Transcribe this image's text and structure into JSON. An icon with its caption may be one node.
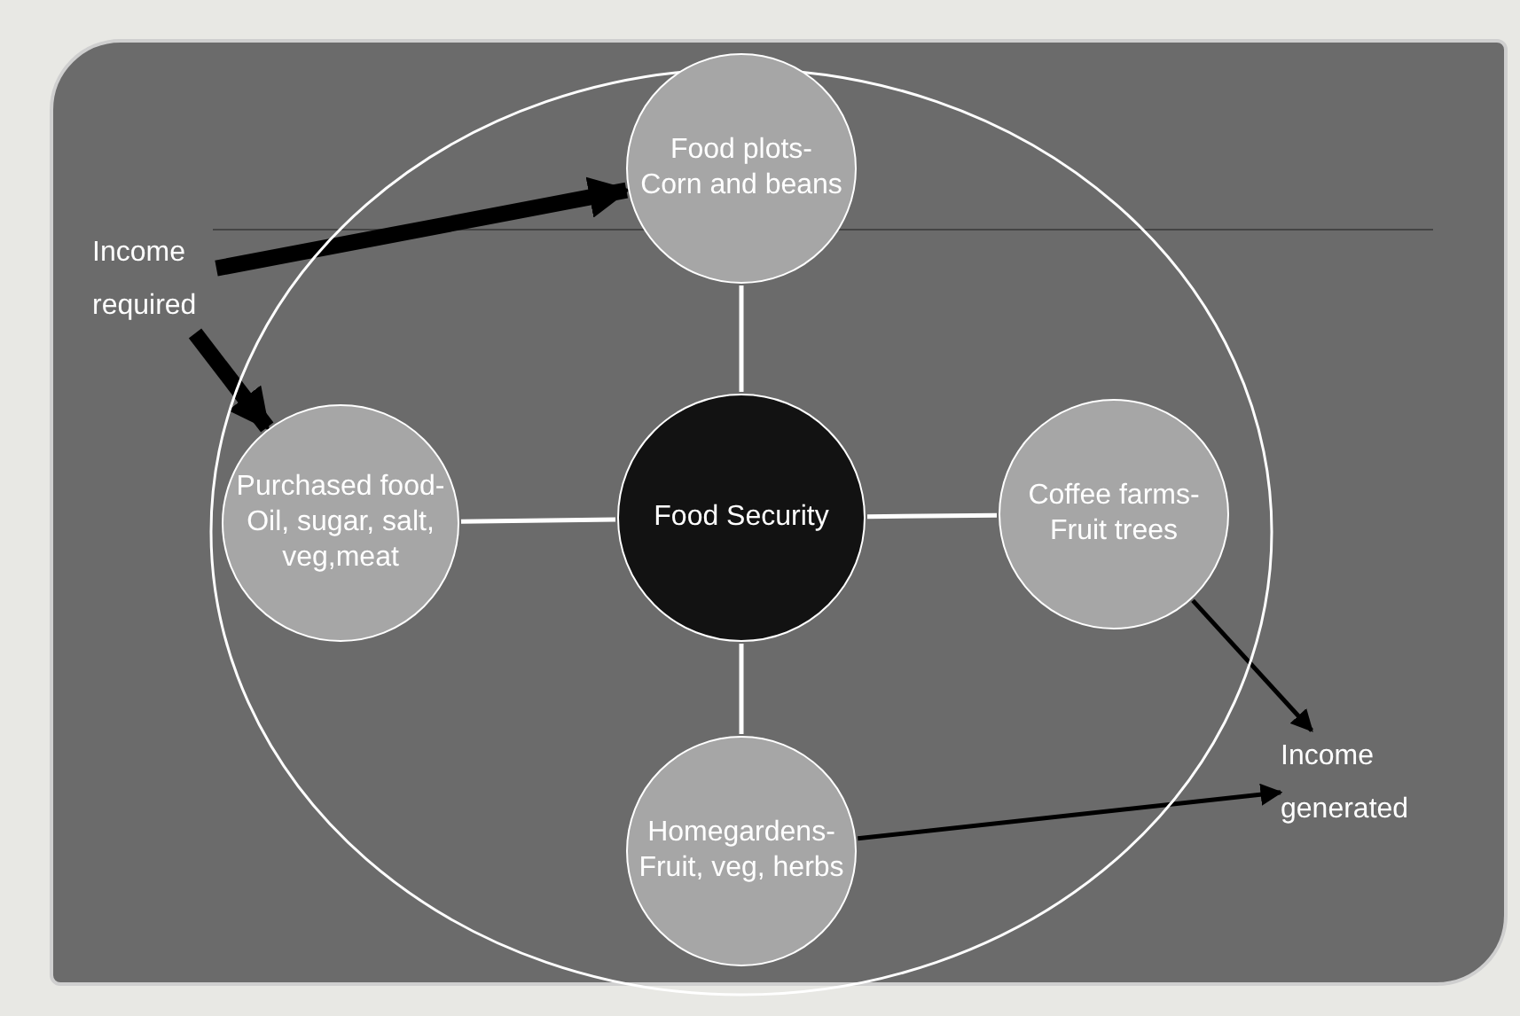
{
  "diagram": {
    "nodes": [
      {
        "text": [],
        "shape": "circle"
      },
      {
        "text": [
          "Food plots- Corn and beans"
        ],
        "in": 0
      },
      {
        "text": [
          "Purchased food- Oil, sugar, salt, veg,meat"
        ],
        "in": 0
      },
      {
        "text": [
          "Food Security"
        ],
        "in": 0
      },
      {
        "text": [
          "Coffee farms- Fruit trees"
        ],
        "in": 0
      },
      {
        "text": [
          "Homegardens- Fruit, veg, herbs"
        ],
        "in": 0
      },
      {
        "text": [
          "Income required"
        ]
      },
      {
        "text": [
          "Income generated"
        ]
      }
    ],
    "edges": [
      {
        "from": 6,
        "to": 1,
        "arrow": "to",
        "style": "thick",
        "color": "#000000"
      },
      {
        "from": 6,
        "to": 2,
        "arrow": "to",
        "style": "thick",
        "color": "#000000"
      },
      {
        "from": 3,
        "to": 1,
        "arrow": "none",
        "color": "#ffffff"
      },
      {
        "from": 3,
        "to": 2,
        "arrow": "none",
        "color": "#ffffff"
      },
      {
        "from": 3,
        "to": 4,
        "arrow": "none",
        "color": "#ffffff"
      },
      {
        "from": 3,
        "to": 5,
        "arrow": "none",
        "color": "#ffffff"
      },
      {
        "from": 4,
        "to": 7,
        "arrow": "to",
        "color": "#000000"
      },
      {
        "from": 5,
        "to": 7,
        "arrow": "to",
        "color": "#000000"
      }
    ]
  }
}
